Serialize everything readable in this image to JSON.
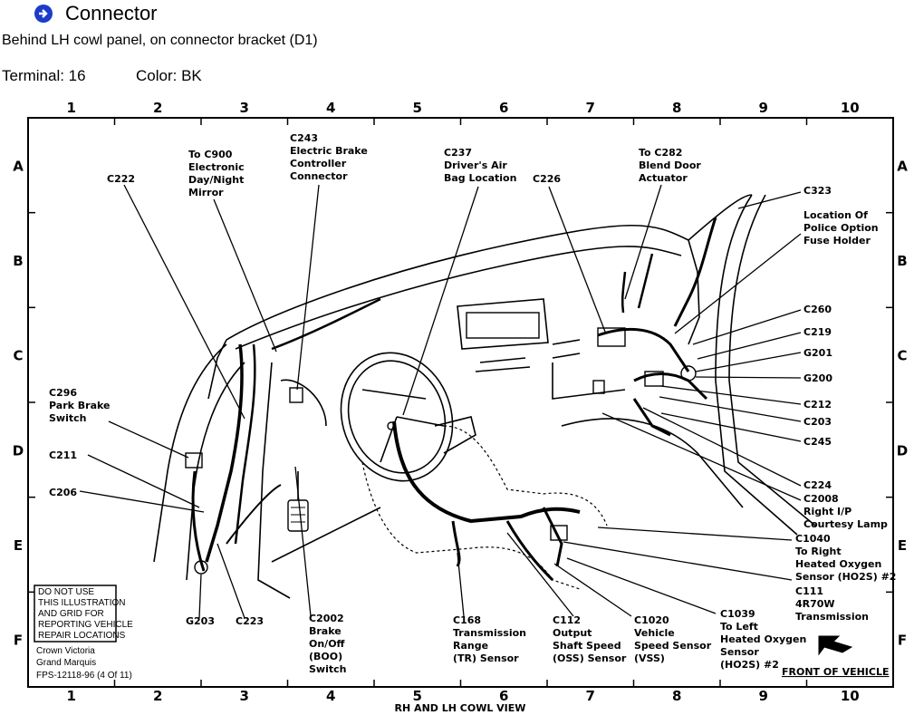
{
  "header": {
    "title": "Connector",
    "location": "Behind LH cowl panel, on connector bracket (D1)",
    "terminal": "Terminal: 16",
    "color": "Color: BK"
  },
  "grid": {
    "columns": [
      "1",
      "2",
      "3",
      "4",
      "5",
      "6",
      "7",
      "8",
      "9",
      "10"
    ],
    "rows": [
      "A",
      "B",
      "C",
      "D",
      "E",
      "F"
    ]
  },
  "labels": {
    "c222": "C222",
    "c900": [
      "To C900",
      "Electronic",
      "Day/Night",
      "Mirror"
    ],
    "c243": [
      "C243",
      "Electric Brake",
      "Controller",
      "Connector"
    ],
    "c237": [
      "C237",
      "Driver's Air",
      "Bag Location"
    ],
    "c226": "C226",
    "c282": [
      "To C282",
      "Blend Door",
      "Actuator"
    ],
    "c323": "C323",
    "police": [
      "Location Of",
      "Police Option",
      "Fuse Holder"
    ],
    "c260": "C260",
    "c219": "C219",
    "g201": "G201",
    "g200": "G200",
    "c212": "C212",
    "c203": "C203",
    "c245": "C245",
    "c224": "C224",
    "c2008": [
      "C2008",
      "Right I/P",
      "Courtesy Lamp"
    ],
    "c1040": [
      "C1040",
      "To Right",
      "Heated Oxygen",
      "Sensor (HO2S) #2"
    ],
    "c111": [
      "C111",
      "4R70W",
      "Transmission"
    ],
    "c1039": [
      "C1039",
      "To Left",
      "Heated Oxygen",
      "Sensor",
      "(HO2S) #2"
    ],
    "c1020": [
      "C1020",
      "Vehicle",
      "Speed Sensor",
      "(VSS)"
    ],
    "c112": [
      "C112",
      "Output",
      "Shaft Speed",
      "(OSS) Sensor"
    ],
    "c168": [
      "C168",
      "Transmission",
      "Range",
      "(TR) Sensor"
    ],
    "c2002": [
      "C2002",
      "Brake",
      "On/Off",
      "(BOO)",
      "Switch"
    ],
    "c223": "C223",
    "g203": "G203",
    "c206": "C206",
    "c211": "C211",
    "c296": [
      "C296",
      "Park Brake",
      "Switch"
    ]
  },
  "notice": [
    "DO NOT USE",
    "THIS ILLUSTRATION",
    "AND GRID FOR",
    "REPORTING VEHICLE",
    "REPAIR LOCATIONS"
  ],
  "footer": {
    "models": [
      "Crown Victoria",
      "Grand Marquis"
    ],
    "fps": "FPS-12118-96 (4 Of 11)",
    "front": "FRONT OF VEHICLE",
    "view": "RH AND LH COWL VIEW"
  }
}
